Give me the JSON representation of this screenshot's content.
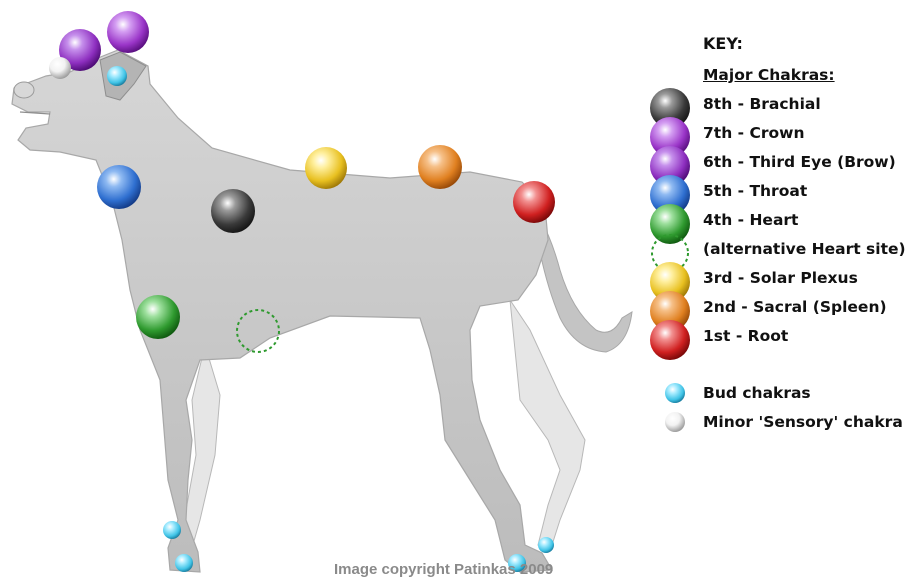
{
  "colors": {
    "body": "#c8c8c8",
    "brachial": "#3a3a3a",
    "crown": "#9a35c8",
    "third_eye": "#8e2fc0",
    "throat": "#2f6fd0",
    "heart": "#2f9a2f",
    "solar_plexus": "#e8c020",
    "sacral": "#e08020",
    "root": "#d02020",
    "bud": "#3fc3e6",
    "sensory": "#dddddd"
  },
  "key": {
    "title": "KEY:",
    "subtitle": "Major Chakras:",
    "major": [
      {
        "label": "8th - Brachial",
        "color": "#3a3a3a"
      },
      {
        "label": "7th - Crown",
        "color": "#9a35c8"
      },
      {
        "label": "6th - Third Eye (Brow)",
        "color": "#8e2fc0"
      },
      {
        "label": "5th - Throat",
        "color": "#2f6fd0"
      },
      {
        "label": "4th - Heart",
        "color": "#2f9a2f"
      },
      {
        "label": "(alternative Heart site)",
        "color": "none"
      },
      {
        "label": "3rd - Solar Plexus",
        "color": "#e8c020"
      },
      {
        "label": "2nd - Sacral (Spleen)",
        "color": "#e08020"
      },
      {
        "label": "1st - Root",
        "color": "#d02020"
      }
    ],
    "bud": {
      "label": "Bud chakras",
      "color": "#3fc3e6"
    },
    "sensory": {
      "label": "Minor 'Sensory' chakra",
      "color": "#dddddd"
    }
  },
  "copyright": "Image copyright Patinkas 2009"
}
